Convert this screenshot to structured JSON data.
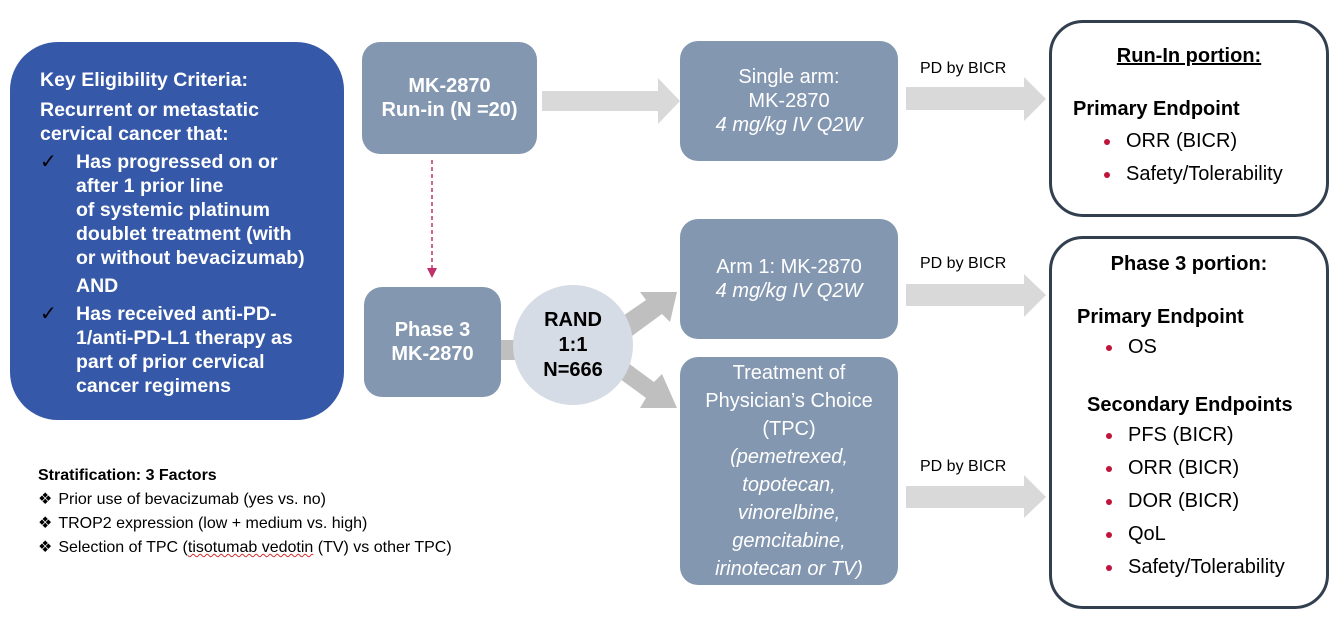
{
  "eligibility": {
    "title": "Key Eligibility Criteria:",
    "intro_line1": "Recurrent or metastatic",
    "intro_line2": "cervical cancer that:",
    "criteria": [
      {
        "icon": "checkmark-icon",
        "glyph": "✓",
        "lines": [
          "Has progressed on or",
          "after 1 prior line",
          "of systemic platinum",
          "doublet treatment (with",
          "or without bevacizumab)"
        ]
      },
      {
        "icon": "checkmark-icon",
        "glyph": "✓",
        "lines": [
          "Has received anti-PD-",
          "1/anti-PD-L1 therapy as",
          "part of prior cervical",
          "cancer regimens"
        ]
      }
    ],
    "connector": "AND"
  },
  "runin": {
    "line1": "MK-2870",
    "line2": "Run-in (N =20)"
  },
  "phase3": {
    "line1": "Phase 3",
    "line2": "MK-2870"
  },
  "rand": {
    "line1": "RAND",
    "line2": "1:1",
    "line3": "N=666"
  },
  "single_arm": {
    "line1": "Single arm:",
    "line2": "MK-2870",
    "dose": "4 mg/kg IV Q2W"
  },
  "arm1": {
    "line1": "Arm 1: MK-2870",
    "dose": "4 mg/kg IV Q2W"
  },
  "tpc": {
    "line1": "Treatment of",
    "line2": "Physician’s Choice",
    "line3": "(TPC)",
    "drugs": [
      "(pemetrexed,",
      "topotecan,",
      "vinorelbine,",
      "gemcitabine,",
      "irinotecan or TV)"
    ]
  },
  "arrow_labels": {
    "runin": "PD by BICR",
    "arm1": "PD by BICR",
    "tpc": "PD by BICR"
  },
  "runin_endpoints": {
    "title": "Run-In portion:",
    "primary_heading": "Primary Endpoint",
    "primary": [
      "ORR (BICR)",
      "Safety/Tolerability"
    ]
  },
  "phase3_endpoints": {
    "title": "Phase 3 portion:",
    "primary_heading": "Primary Endpoint",
    "primary": [
      "OS"
    ],
    "secondary_heading": "Secondary Endpoints",
    "secondary": [
      "PFS (BICR)",
      "ORR (BICR)",
      "DOR (BICR)",
      "QoL",
      "Safety/Tolerability"
    ]
  },
  "stratification": {
    "heading": "Stratification: 3 Factors",
    "bullet_glyph": "❖",
    "factors": [
      "Prior use of bevacizumab (yes vs. no)",
      "TROP2 expression (low + medium vs. high)"
    ],
    "factor3_pre": "Selection of TPC (",
    "factor3_flagged": "tisotumab vedotin",
    "factor3_post": " (TV) vs other TPC)"
  },
  "colors": {
    "eligibility_fill": "#3558a8",
    "box_fill": "#8497b0",
    "circle_fill": "#d6dce5",
    "arrow_fill": "#d9d9d9",
    "arrow_dark": "#bfbfbf",
    "outline": "#323f4f",
    "bullet": "#c0143c",
    "dashed_arrow": "#c0306a"
  }
}
